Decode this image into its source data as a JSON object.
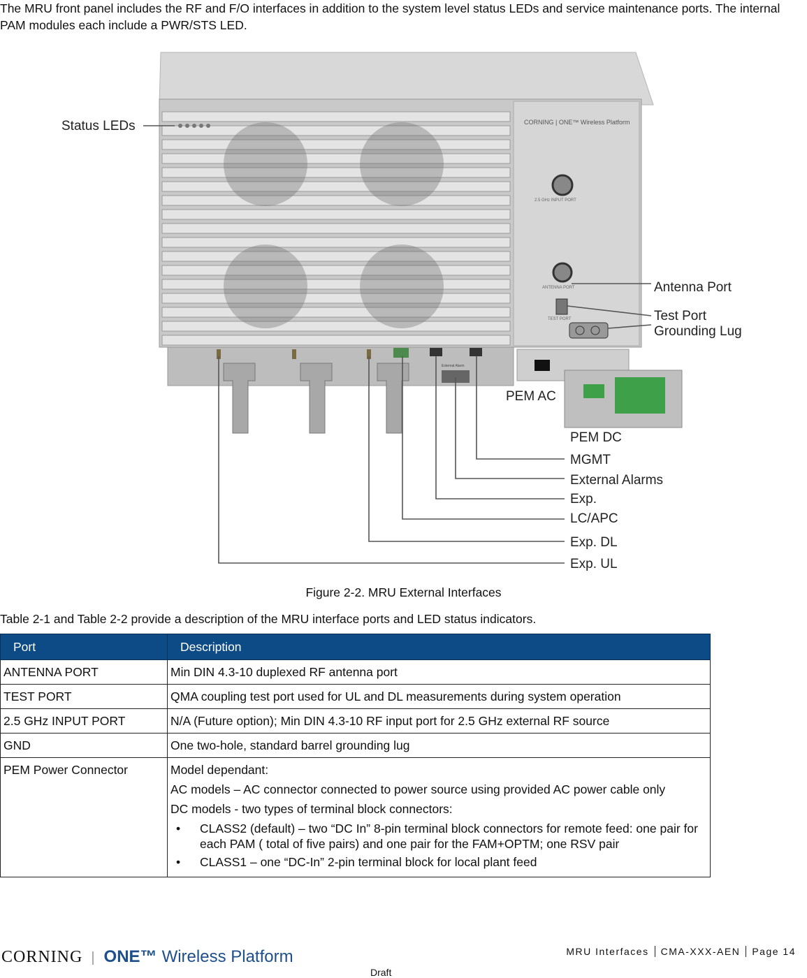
{
  "intro": "The MRU front panel includes the RF and F/O interfaces in addition to the system level status LEDs and service maintenance ports. The internal PAM modules each include a PWR/STS LED.",
  "figure": {
    "callouts": {
      "status_leds": "Status LEDs",
      "antenna_port": "Antenna Port",
      "test_port": "Test Port",
      "grounding_lug": "Grounding Lug",
      "pem_ac": "PEM AC",
      "pem_dc": "PEM DC",
      "mgmt": "MGMT",
      "external_alarms": "External Alarms",
      "exp": "Exp.",
      "lc_apc": "LC/APC",
      "exp_dl": "Exp. DL",
      "exp_ul": "Exp. UL"
    },
    "panel_brand": "CORNING | ONE™ Wireless Platform",
    "panel_labels": {
      "input_port": "2.5 GHz INPUT PORT",
      "antenna_port": "ANTENNA PORT",
      "test_port": "TEST PORT",
      "external_alarm": "External Alarm"
    },
    "caption": "Figure 2-2. MRU External Interfaces"
  },
  "lead": "Table 2-1 and Table 2-2 provide a description of the MRU interface ports and LED status indicators.",
  "table": {
    "headers": [
      "Port",
      "Description"
    ],
    "rows": [
      {
        "port": "ANTENNA PORT",
        "desc": "Min DIN 4.3-10 duplexed RF antenna port"
      },
      {
        "port": "TEST PORT",
        "desc": "QMA coupling test port used for UL and DL measurements during system operation"
      },
      {
        "port": "2.5 GHz INPUT PORT",
        "desc": "N/A (Future option); Min DIN 4.3-10 RF input port for 2.5 GHz external RF source"
      },
      {
        "port": "GND",
        "desc": "One two-hole, standard barrel grounding lug"
      }
    ],
    "pem": {
      "port": "PEM Power Connector",
      "line1": "Model dependant:",
      "line2": "AC models – AC connector connected to power source using provided AC power cable only",
      "line3": "DC models - two types of terminal block connectors:",
      "bullet1": "CLASS2 (default) – two “DC In” 8-pin terminal block connectors for remote feed: one pair for each PAM ( total of five pairs) and one pair for the FAM+OPTM; one RSV pair",
      "bullet2": "CLASS1 – one “DC-In” 2-pin terminal block for local plant feed"
    }
  },
  "footer": {
    "logo_corning": "CORNING",
    "logo_one": "ONE™",
    "logo_wp": "Wireless Platform",
    "section": "MRU Interfaces",
    "doc": "CMA-XXX-AEN",
    "page": "Page 14",
    "draft": "Draft"
  }
}
